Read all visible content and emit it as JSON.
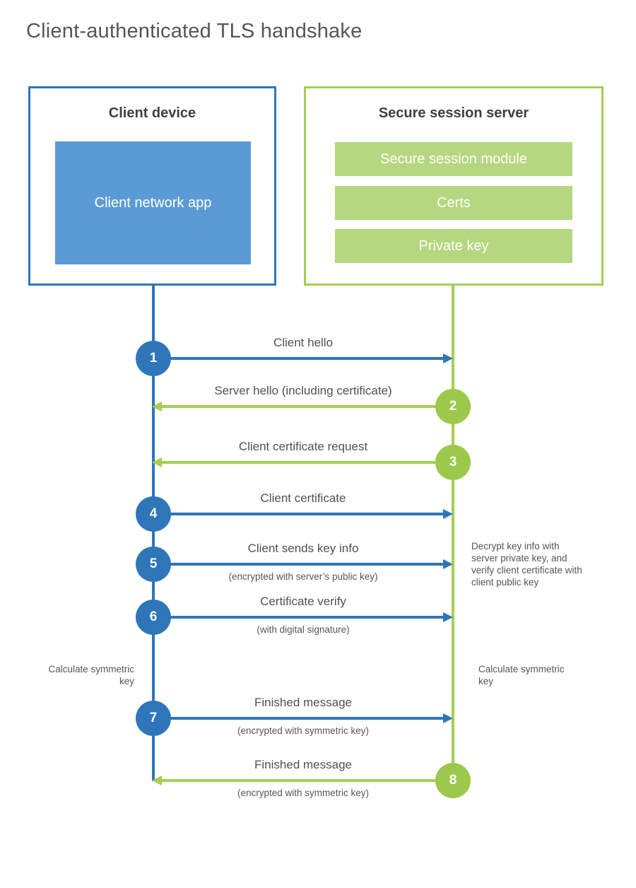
{
  "title": "Client-authenticated TLS handshake",
  "client_box": {
    "title": "Client device",
    "app_label": "Client network app"
  },
  "server_box": {
    "title": "Secure session server",
    "modules": [
      "Secure session module",
      "Certs",
      "Private key"
    ]
  },
  "steps": [
    {
      "number": "1",
      "label": "Client hello",
      "sublabel": "",
      "direction": "right",
      "from": "client"
    },
    {
      "number": "2",
      "label": "Server hello (including certificate)",
      "sublabel": "",
      "direction": "left",
      "from": "server"
    },
    {
      "number": "3",
      "label": "Client certificate request",
      "sublabel": "",
      "direction": "left",
      "from": "server"
    },
    {
      "number": "4",
      "label": "Client certificate",
      "sublabel": "",
      "direction": "right",
      "from": "client"
    },
    {
      "number": "5",
      "label": "Client sends key info",
      "sublabel": "(encrypted with server’s public key)",
      "direction": "right",
      "from": "client"
    },
    {
      "number": "6",
      "label": "Certificate verify",
      "sublabel": "(with digital signature)",
      "direction": "right",
      "from": "client"
    },
    {
      "number": "7",
      "label": "Finished message",
      "sublabel": "(encrypted with symmetric key)",
      "direction": "right",
      "from": "client"
    },
    {
      "number": "8",
      "label": "Finished message",
      "sublabel": "(encrypted with symmetric key)",
      "direction": "left",
      "from": "server"
    }
  ],
  "notes": {
    "server_decrypt": "Decrypt key info with server private key, and verify client certificate with client public key",
    "client_calculate": "Calculate symmetric key",
    "server_calculate": "Calculate symmetric key"
  },
  "colors": {
    "client_blue": "#2e76b9",
    "client_fill_blue": "#5b9bd5",
    "server_green": "#a5cf52",
    "server_circle_green": "#9cc94b",
    "server_fill_green": "#b5d77f",
    "text_gray": "#54555a"
  }
}
